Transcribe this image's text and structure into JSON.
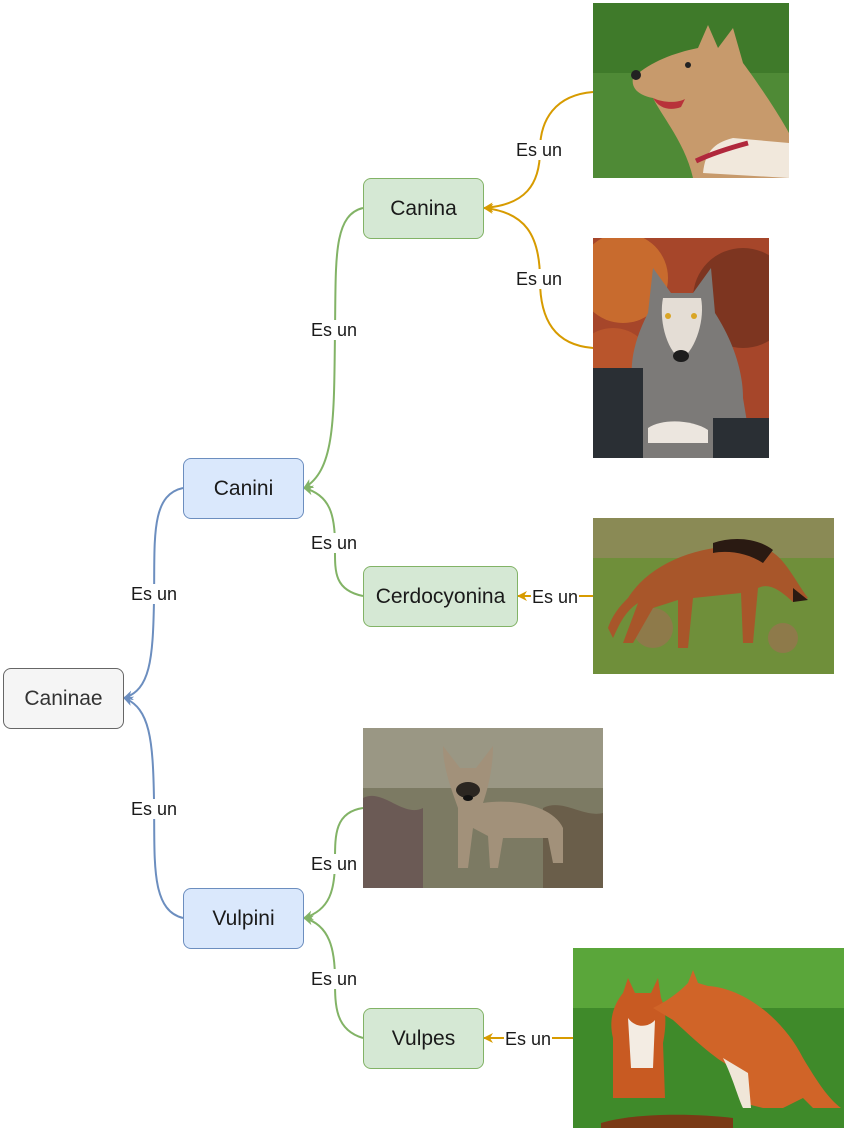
{
  "nodes": {
    "root": "Caninae",
    "canini": "Canini",
    "vulpini": "Vulpini",
    "canina": "Canina",
    "cerdocyonina": "Cerdocyonina",
    "vulpes": "Vulpes"
  },
  "edge_label": "Es un",
  "colors": {
    "blue_edge": "#6c8ebf",
    "green_edge": "#82b366",
    "orange_edge": "#d79b00",
    "blue_fill": "#dae8fc",
    "green_fill": "#d5e8d4",
    "root_fill": "#f5f5f5"
  },
  "images": [
    "dog-photo",
    "wolf-photo",
    "maned-wolf-photo",
    "bat-eared-fox-photo",
    "red-foxes-photo"
  ]
}
